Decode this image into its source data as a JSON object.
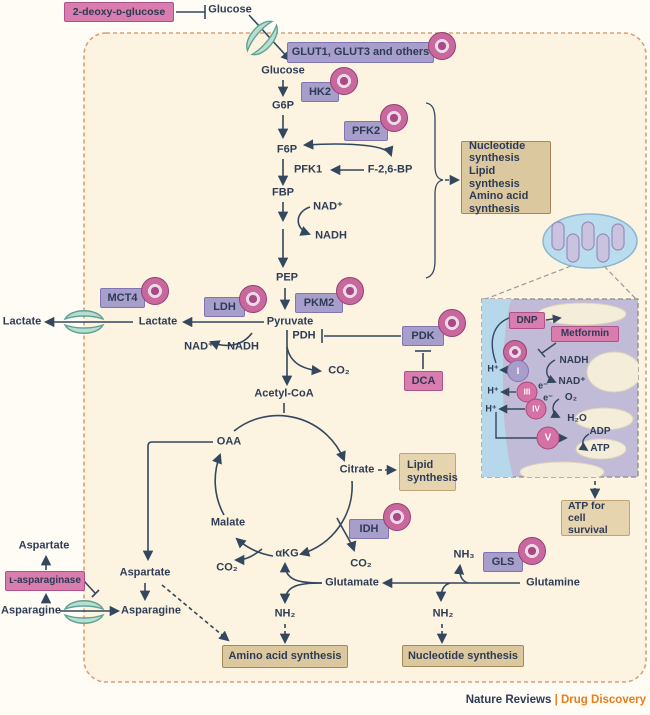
{
  "boxes": {
    "dg2": "2-deoxy-ᴅ-glucose",
    "glut": "GLUT1, GLUT3 and others",
    "hk2": "HK2",
    "pfk2": "PFK2",
    "pkm2": "PKM2",
    "ldh": "LDH",
    "mct4": "MCT4",
    "pdk": "PDK",
    "dca": "DCA",
    "idh": "IDH",
    "gls": "GLS",
    "dnp": "DNP",
    "metformin": "Metformin",
    "lasparaginase": "ʟ-asparaginase"
  },
  "outcomes": {
    "branch": [
      "Nucleotide",
      "synthesis",
      "Lipid synthesis",
      "Amino acid",
      "synthesis"
    ],
    "lipid": [
      "Lipid",
      "synthesis"
    ],
    "atp": [
      "ATP for cell",
      "survival"
    ],
    "amino": "Amino acid synthesis",
    "nucleotide": "Nucleotide synthesis"
  },
  "labels": {
    "glucose_out": "Glucose",
    "glucose_in": "Glucose",
    "g6p": "G6P",
    "f6p": "F6P",
    "pfk1": "PFK1",
    "f26bp": "F-2,6-BP",
    "fbp": "FBP",
    "nad1": "NAD⁺",
    "nadh1": "NADH",
    "pep": "PEP",
    "pyruvate": "Pyruvate",
    "lactate_in": "Lactate",
    "lactate_out": "Lactate",
    "nad2": "NAD⁺",
    "nadh2": "NADH",
    "pdh": "PDH",
    "co2_pdh": "CO₂",
    "acetyl_coa": "Acetyl-CoA",
    "oaa": "OAA",
    "citrate": "Citrate",
    "malate": "Malate",
    "akg": "αKG",
    "co2_left": "CO₂",
    "co2_right": "CO₂",
    "glutamate": "Glutamate",
    "glutamine": "Glutamine",
    "nh3": "NH₃",
    "nh2_left": "NH₂",
    "nh2_right": "NH₂",
    "aspartate_in": "Aspartate",
    "asparagine_in": "Asparagine",
    "aspartate_out": "Aspartate",
    "asparagine_out": "Asparagine"
  },
  "inset": {
    "complexes": {
      "i": "I",
      "iii": "III",
      "iv": "IV",
      "v": "V"
    },
    "labels": {
      "h1": "H⁺",
      "h2": "H⁺",
      "h3": "H⁺",
      "nadh": "NADH",
      "nad": "NAD⁺",
      "e1": "e⁻",
      "e2": "e⁻",
      "o2": "O₂",
      "h2o": "H₂O",
      "adp": "ADP",
      "atp": "ATP"
    }
  },
  "footer": {
    "brand": "Nature Reviews",
    "sep": "|",
    "journal": "Drug Discovery"
  },
  "colors": {
    "enzyme_box": "#a89ecb",
    "drug_box": "#d97cae",
    "outcome_box": "#dcc89f",
    "arrow": "#33475e",
    "cell_fill": "#fcf3e0",
    "membrane_dash": "#d6a176",
    "accent_orange": "#e87d1e"
  }
}
